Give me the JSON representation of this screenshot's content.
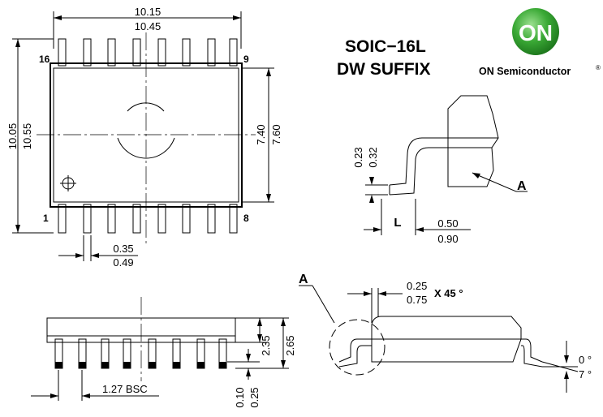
{
  "package": {
    "title_line1": "SOIC−16L",
    "title_line2": "DW SUFFIX"
  },
  "brand": {
    "logo_text": "ON",
    "name": "ON Semiconductor",
    "registered": "®",
    "logo_color": "#3aa935"
  },
  "top_view": {
    "width_min": "10.15",
    "width_max": "10.45",
    "height_min": "10.05",
    "height_max": "10.55",
    "body_min": "7.40",
    "body_max": "7.60",
    "lead_width_min": "0.35",
    "lead_width_max": "0.49",
    "pin_16": "16",
    "pin_9": "9",
    "pin_1": "1",
    "pin_8": "8"
  },
  "lead_detail": {
    "thickness_min": "0.23",
    "thickness_max": "0.32",
    "foot_label": "L",
    "foot_min": "0.50",
    "foot_max": "0.90",
    "callout": "A"
  },
  "side_view": {
    "standoff_min": "0.10",
    "standoff_max": "0.25",
    "height_min": "2.35",
    "height_max": "2.65",
    "pitch": "1.27 BSC"
  },
  "end_view": {
    "callout": "A",
    "chamfer_min": "0.25",
    "chamfer_max": "0.75",
    "chamfer_suffix": "X 45 °",
    "angle_min": "0 °",
    "angle_max": "7 °"
  }
}
